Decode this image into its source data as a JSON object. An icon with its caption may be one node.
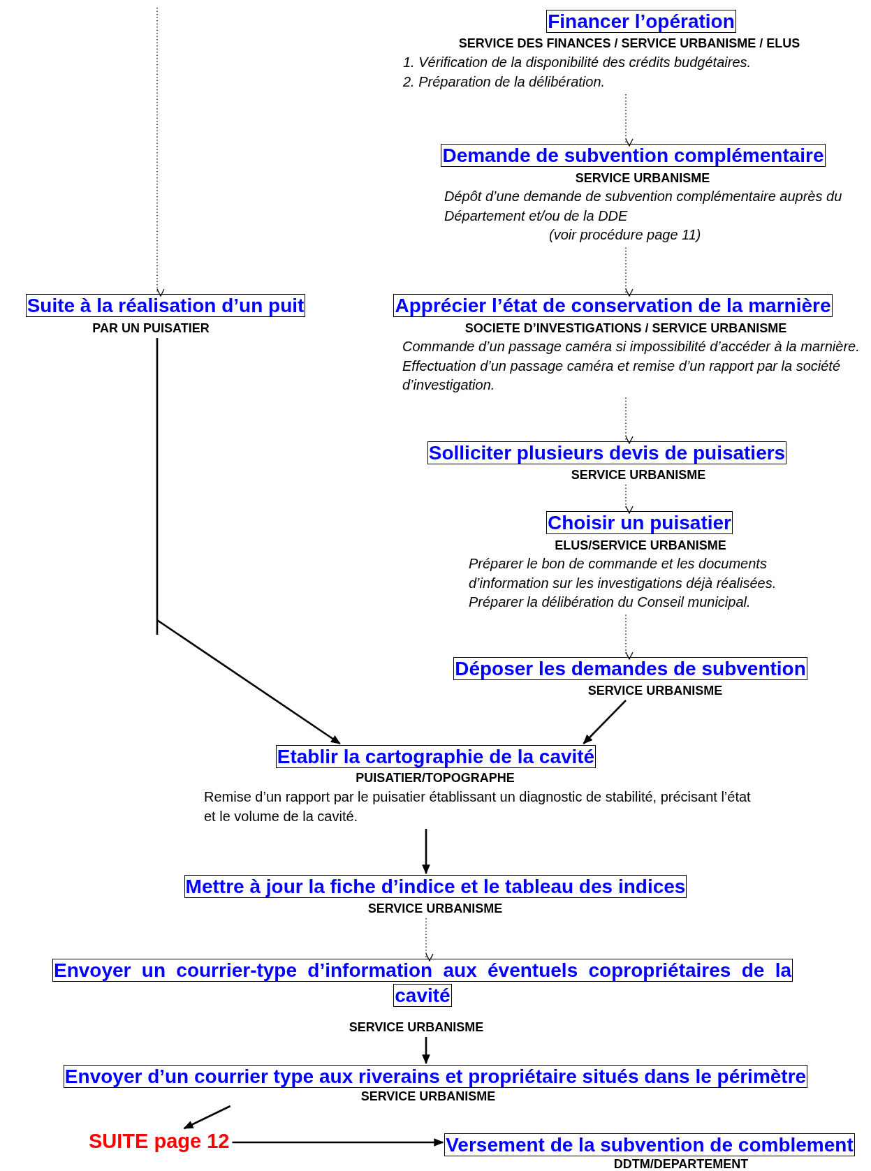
{
  "diagram": {
    "nodes": [
      {
        "text": [
          "Financer l’opération",
          "SERVICE DES FINANCES / SERVICE URBANISME / ELUS",
          "1. Vérification de la disponibilité des crédits budgétaires.",
          "2. Préparation de la délibération."
        ]
      },
      {
        "text": [
          "Demande de subvention complémentaire",
          "SERVICE URBANISME",
          "Dépôt d’une demande de subvention complémentaire auprès du Département et/ou de la DDE",
          "(voir procédure page 11)"
        ]
      },
      {
        "text": [
          "Suite à la réalisation d’un puit",
          "PAR UN PUISATIER"
        ]
      },
      {
        "text": [
          "Apprécier l’état de conservation de la marnière",
          "SOCIETE D’INVESTIGATIONS / SERVICE URBANISME",
          "Commande d’un passage caméra si impossibilité d’accéder à la marnière.",
          "Effectuation d’un passage caméra et remise d’un rapport par la société d’investigation."
        ]
      },
      {
        "text": [
          "Solliciter plusieurs devis de puisatiers",
          "SERVICE URBANISME"
        ]
      },
      {
        "text": [
          "Choisir un puisatier",
          "ELUS/SERVICE URBANISME",
          "Préparer le bon de commande et les documents d’information sur les investigations déjà réalisées.",
          "Préparer la délibération du Conseil municipal."
        ]
      },
      {
        "text": [
          "Déposer les demandes de subvention",
          "SERVICE URBANISME"
        ]
      },
      {
        "text": [
          "Etablir la cartographie de la cavité",
          "PUISATIER/TOPOGRAPHE",
          "Remise d’un rapport par le puisatier établissant un diagnostic de stabilité, précisant l’état et le volume de la cavité."
        ]
      },
      {
        "text": [
          "Mettre à jour la fiche d’indice et le tableau des indices",
          "SERVICE URBANISME"
        ]
      },
      {
        "text": [
          "Envoyer un courrier-type d’information aux éventuels copropriétaires de la cavité",
          "SERVICE URBANISME"
        ]
      },
      {
        "text": [
          "Envoyer d’un courrier type aux riverains  et propriétaire situés dans le périmètre",
          "SERVICE URBANISME"
        ]
      },
      {
        "text": [
          "SUITE page 12"
        ]
      },
      {
        "text": [
          "Versement de la subvention de comblement",
          "DDTM/DEPARTEMENT"
        ]
      }
    ],
    "edges": [
      {
        "from": null,
        "to": 2,
        "arrow": "to",
        "style": "dashed"
      },
      {
        "from": 0,
        "to": 1,
        "arrow": "to",
        "style": "dashed"
      },
      {
        "from": 1,
        "to": 3,
        "arrow": "to",
        "style": "dashed"
      },
      {
        "from": 3,
        "to": 4,
        "arrow": "to",
        "style": "dashed"
      },
      {
        "from": 4,
        "to": 5,
        "arrow": "to",
        "style": "dashed"
      },
      {
        "from": 5,
        "to": 6,
        "arrow": "to",
        "style": "dashed"
      },
      {
        "from": 6,
        "to": 7,
        "arrow": "to"
      },
      {
        "from": 2,
        "to": 7,
        "arrow": "to"
      },
      {
        "from": 7,
        "to": 8,
        "arrow": "to"
      },
      {
        "from": 8,
        "to": 9,
        "arrow": "to",
        "style": "dashed"
      },
      {
        "from": 9,
        "to": 10,
        "arrow": "to"
      },
      {
        "from": 10,
        "to": 11,
        "arrow": "to"
      },
      {
        "from": 11,
        "to": 12,
        "arrow": "to"
      }
    ]
  }
}
